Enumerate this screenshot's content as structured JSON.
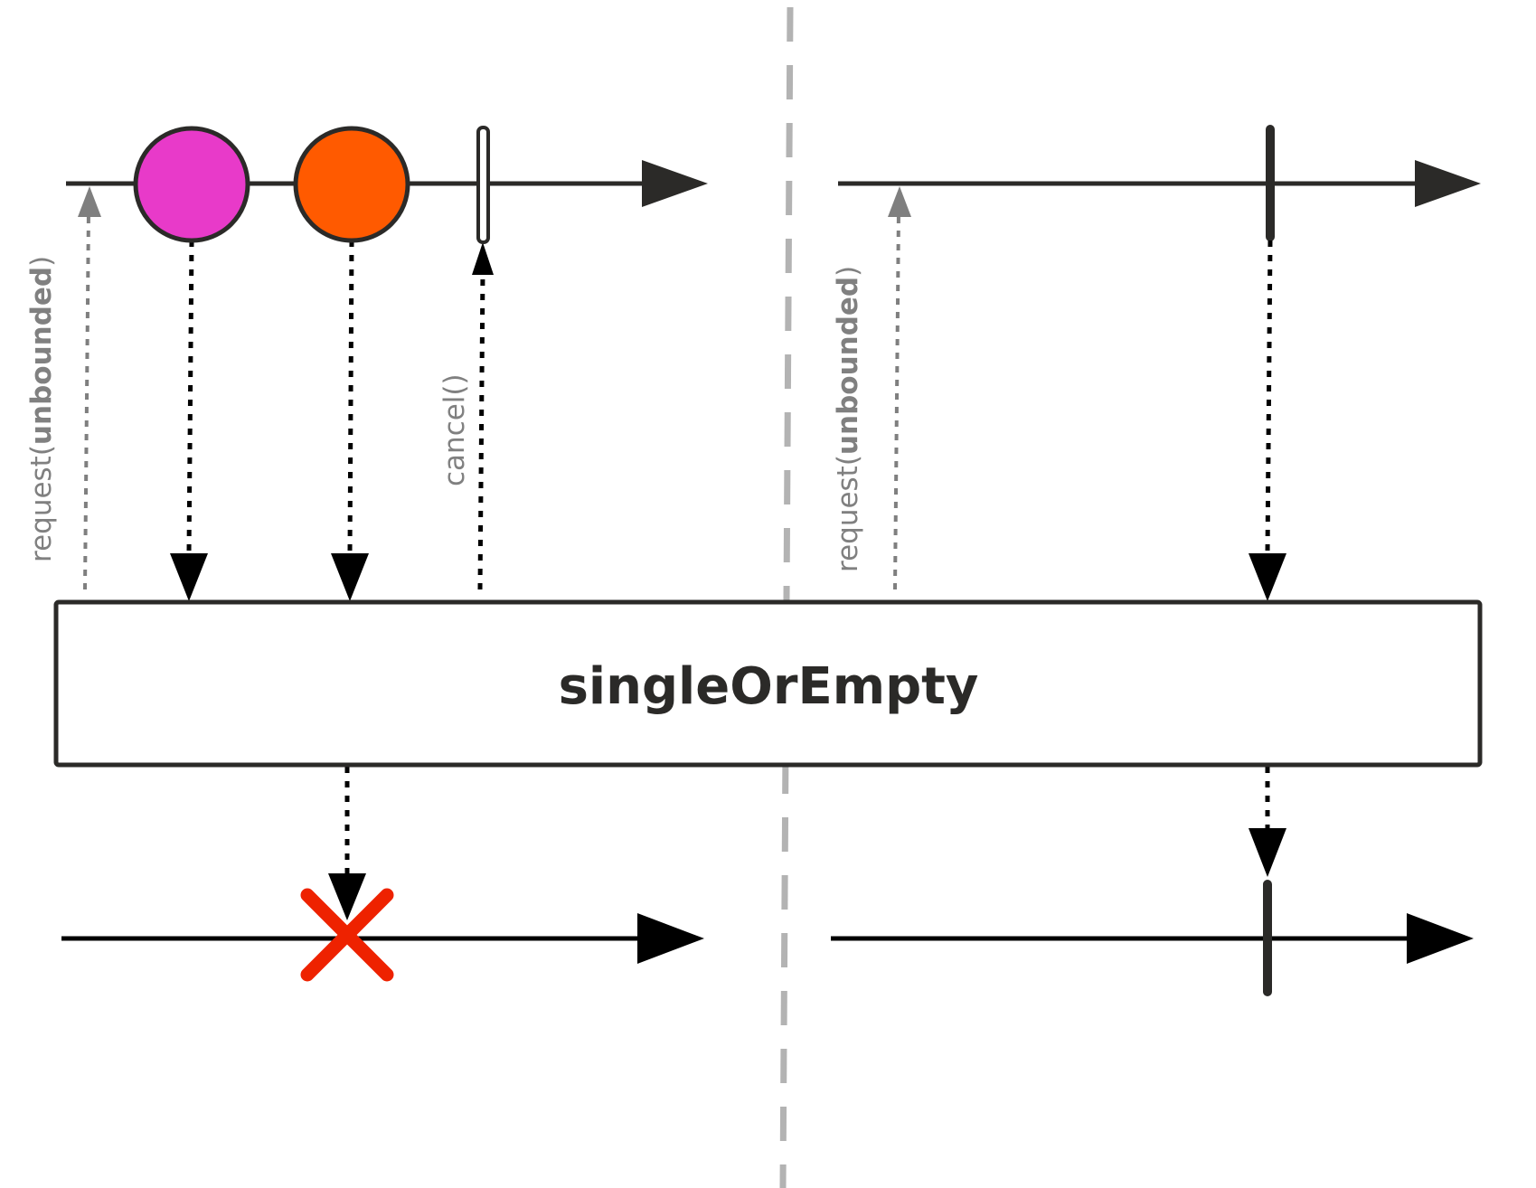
{
  "operator": {
    "name": "singleOrEmpty"
  },
  "left_scenario": {
    "request_label": {
      "prefix": "request(",
      "bold": "unbounded",
      "suffix": ")"
    },
    "cancel_label": "cancel()",
    "emitted_items": [
      {
        "name": "magenta-marble",
        "color": "#e83ac9"
      },
      {
        "name": "orange-marble",
        "color": "#ff5a00"
      }
    ],
    "output_result": "error"
  },
  "right_scenario": {
    "request_label": {
      "prefix": "request(",
      "bold": "unbounded",
      "suffix": ")"
    },
    "output_result": "complete"
  },
  "colors": {
    "line": "#2b2a28",
    "arrow": "#000000",
    "request_arrow": "#7f7f7f",
    "divider": "#b3b3b3",
    "error": "#ee2200"
  }
}
